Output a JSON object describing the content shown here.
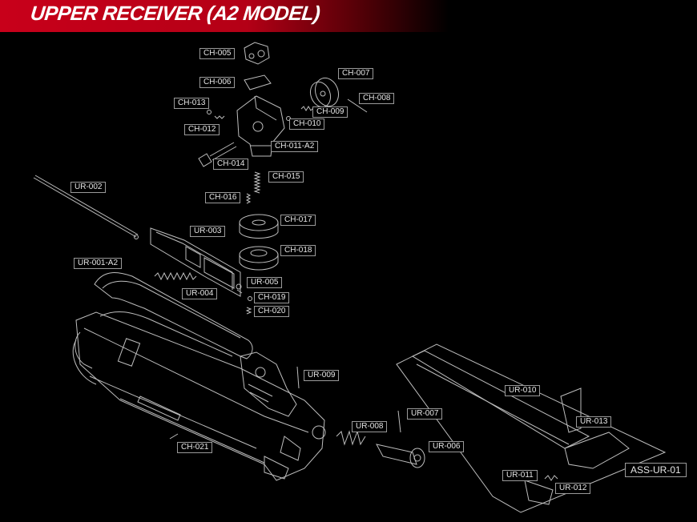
{
  "title": "UPPER RECEIVER (A2 MODEL)",
  "parts": {
    "ch005": "CH-005",
    "ch006": "CH-006",
    "ch007": "CH-007",
    "ch008": "CH-008",
    "ch009": "CH-009",
    "ch010": "CH-010",
    "ch011": "CH-011-A2",
    "ch012": "CH-012",
    "ch013": "CH-013",
    "ch014": "CH-014",
    "ch015": "CH-015",
    "ch016": "CH-016",
    "ch017": "CH-017",
    "ch018": "CH-018",
    "ch019": "CH-019",
    "ch020": "CH-020",
    "ch021": "CH-021",
    "ur001": "UR-001-A2",
    "ur002": "UR-002",
    "ur003": "UR-003",
    "ur004": "UR-004",
    "ur005": "UR-005",
    "ur006": "UR-006",
    "ur007": "UR-007",
    "ur008": "UR-008",
    "ur009": "UR-009",
    "ur010": "UR-010",
    "ur011": "UR-011",
    "ur012": "UR-012",
    "ur013": "UR-013",
    "assur01": "ASS-UR-01"
  },
  "colors": {
    "banner": "#c8001a",
    "line": "#bdbdbd",
    "background": "#000000"
  }
}
